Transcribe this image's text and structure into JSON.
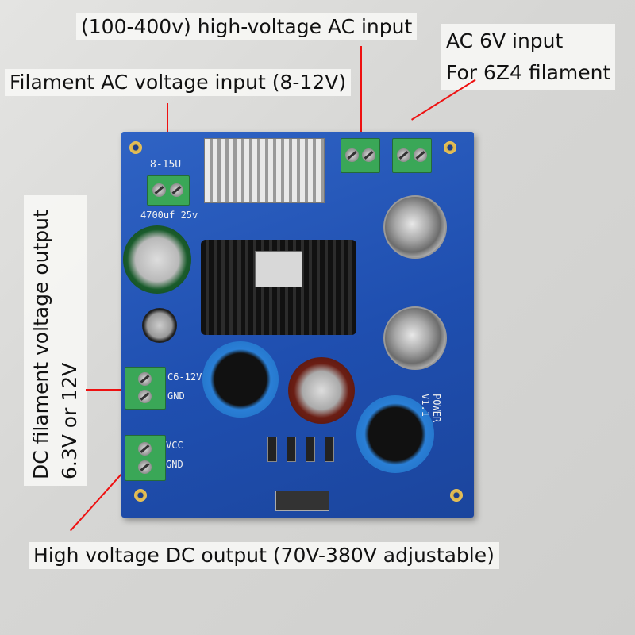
{
  "labels": {
    "hv_ac": "(100-400v) high-voltage AC input",
    "filament_ac": "Filament AC voltage input (8-12V)",
    "ac6v_line1": "AC 6V input",
    "ac6v_line2": "For 6Z4 filament",
    "dc_filament_line1": "DC filament voltage output",
    "dc_filament_line2": "6.3V or 12V",
    "hv_dc": "High voltage DC output (70V-380V adjustable)"
  },
  "board": {
    "filament_in": "8-15U",
    "cap_main": "4700uf 25v",
    "dc_out_label": "C6-12V",
    "gnd1": "GND",
    "vcc": "VCC",
    "gnd2": "GND",
    "version": "POWER V1.1"
  },
  "colors": {
    "board": "#1f4fb0",
    "terminal": "#3aa757",
    "annotation_line": "#e01010"
  }
}
